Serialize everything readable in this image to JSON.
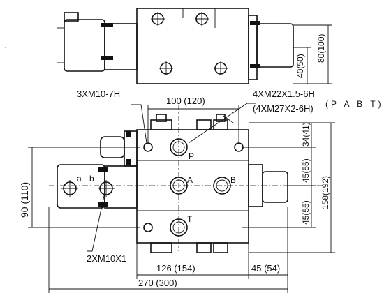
{
  "colors": {
    "ink": "#111111",
    "paper": "#ffffff"
  },
  "labels": {
    "mount_bolts": "3XM10-7H",
    "port_threads": "4XM22X1.5-6H",
    "port_threads_alt": "(4XM27X2-6H)",
    "port_names": "(P A B T)",
    "small_holes": "2XM10X1",
    "port_p": "P",
    "port_a": "A",
    "port_b": "B",
    "port_t": "T",
    "gauge_a": "a",
    "gauge_b": "b"
  },
  "dimensions": {
    "top_40": "40(50)",
    "top_80": "80(100)",
    "width_100": "100 (120)",
    "right_34": "34(41)",
    "right_45a": "45(55)",
    "right_45b": "45(55)",
    "right_158": "158(192)",
    "left_90": "90 (110)",
    "bottom_126": "126 (154)",
    "bottom_45": "45 (54)",
    "bottom_270": "270 (300)"
  }
}
